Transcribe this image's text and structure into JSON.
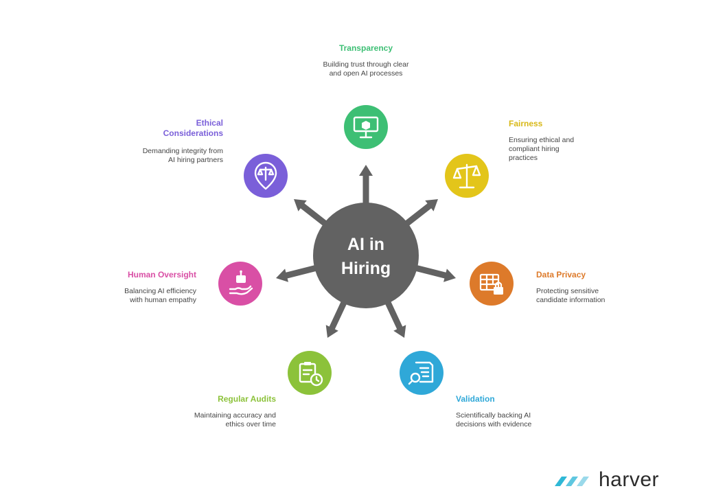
{
  "center": {
    "line1": "AI in",
    "line2": "Hiring"
  },
  "nodes": [
    {
      "key": "transparency",
      "title": "Transparency",
      "description": "Building trust through clear and open AI processes",
      "color": "#3dbf74",
      "icon": "monitor-cube-icon"
    },
    {
      "key": "fairness",
      "title": "Fairness",
      "description": "Ensuring ethical and compliant hiring practices",
      "color": "#e3c51a",
      "icon": "balance-scale-icon"
    },
    {
      "key": "data_privacy",
      "title": "Data Privacy",
      "description": "Protecting sensitive candidate information",
      "color": "#dd7a2a",
      "icon": "table-lock-icon"
    },
    {
      "key": "validation",
      "title": "Validation",
      "description": "Scientifically backing AI decisions with evidence",
      "color": "#2fa8d8",
      "icon": "document-search-icon"
    },
    {
      "key": "regular_audits",
      "title": "Regular Audits",
      "description": "Maintaining accuracy and ethics over time",
      "color": "#8cc23a",
      "icon": "clipboard-clock-icon"
    },
    {
      "key": "human_oversight",
      "title": "Human Oversight",
      "description": "Balancing AI efficiency with human empathy",
      "color": "#d94fa5",
      "icon": "robot-hand-icon"
    },
    {
      "key": "ethical_considerations",
      "title": "Ethical Considerations",
      "description": "Demanding integrity from AI hiring partners",
      "color": "#7a5fd9",
      "icon": "scale-pin-icon"
    }
  ],
  "colors": {
    "hub": "#626262",
    "arrow": "#626262"
  },
  "brand": {
    "name": "harver",
    "colors": [
      "#2fb8d6",
      "#7fd0e6"
    ]
  }
}
